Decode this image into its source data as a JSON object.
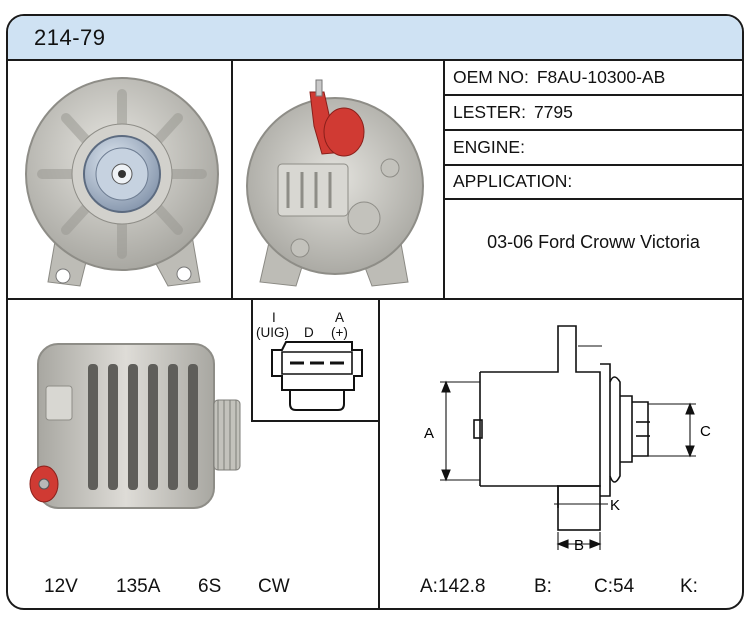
{
  "header": {
    "part_number": "214-79"
  },
  "specs": {
    "oem_label": "OEM NO:",
    "oem_value": "F8AU-10300-AB",
    "lester_label": "LESTER:",
    "lester_value": "7795",
    "engine_label": "ENGINE:",
    "engine_value": "",
    "application_label": "APPLICATION:",
    "application_value": "03-06 Ford Croww Victoria"
  },
  "electrical": {
    "voltage": "12V",
    "amperage": "135A",
    "pulley": "6S",
    "rotation": "CW"
  },
  "connector": {
    "pin_i": "I",
    "pin_uig": "(UIG)",
    "pin_d": "D",
    "pin_a": "A",
    "pin_plus": "(+)"
  },
  "dimensions": {
    "a_label": "A",
    "b_label": "B",
    "c_label": "C",
    "k_label": "K",
    "a_text": "A:142.8",
    "b_text": "B:",
    "c_text": "C:54",
    "k_text": "K:"
  },
  "colors": {
    "header_bg": "#cfe2f3",
    "housing": "#c9c8c3",
    "terminal": "#d03a33",
    "line": "#1a1a1a"
  }
}
